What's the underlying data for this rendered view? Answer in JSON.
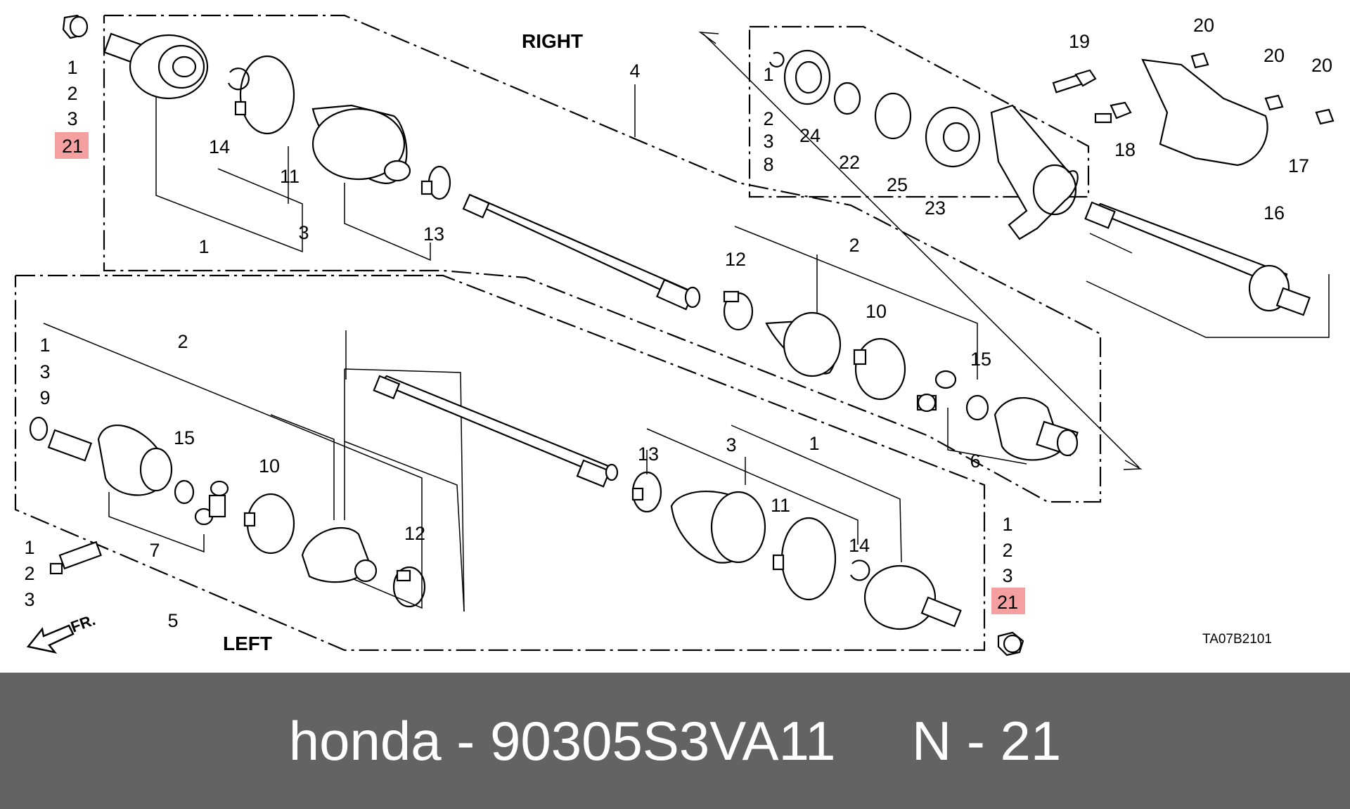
{
  "diagram": {
    "right_label": "RIGHT",
    "left_label": "LEFT",
    "front_label": "FR.",
    "code": "TA07B2101",
    "callouts": [
      {
        "id": "c1",
        "text": "1"
      },
      {
        "id": "c2",
        "text": "2"
      },
      {
        "id": "c3",
        "text": "3"
      },
      {
        "id": "c4",
        "text": "21",
        "highlight": true
      },
      {
        "id": "c5",
        "text": "14"
      },
      {
        "id": "c6",
        "text": "11"
      },
      {
        "id": "c7",
        "text": "1"
      },
      {
        "id": "c8",
        "text": "3"
      },
      {
        "id": "c9",
        "text": "13"
      },
      {
        "id": "c10",
        "text": "4"
      },
      {
        "id": "c11",
        "text": "1"
      },
      {
        "id": "c12",
        "text": "2"
      },
      {
        "id": "c13",
        "text": "3"
      },
      {
        "id": "c14",
        "text": "8"
      },
      {
        "id": "c15",
        "text": "24"
      },
      {
        "id": "c16",
        "text": "22"
      },
      {
        "id": "c17",
        "text": "25"
      },
      {
        "id": "c18",
        "text": "23"
      },
      {
        "id": "c19",
        "text": "19"
      },
      {
        "id": "c20",
        "text": "18"
      },
      {
        "id": "c21",
        "text": "20"
      },
      {
        "id": "c22",
        "text": "20"
      },
      {
        "id": "c23",
        "text": "20"
      },
      {
        "id": "c24",
        "text": "17"
      },
      {
        "id": "c25",
        "text": "16"
      },
      {
        "id": "c26",
        "text": "12"
      },
      {
        "id": "c27",
        "text": "2"
      },
      {
        "id": "c28",
        "text": "10"
      },
      {
        "id": "c29",
        "text": "15"
      },
      {
        "id": "c30",
        "text": "6"
      },
      {
        "id": "c31",
        "text": "1"
      },
      {
        "id": "c32",
        "text": "3"
      },
      {
        "id": "c33",
        "text": "9"
      },
      {
        "id": "c34",
        "text": "2"
      },
      {
        "id": "c35",
        "text": "15"
      },
      {
        "id": "c36",
        "text": "10"
      },
      {
        "id": "c37",
        "text": "7"
      },
      {
        "id": "c38",
        "text": "12"
      },
      {
        "id": "c39",
        "text": "5"
      },
      {
        "id": "c40",
        "text": "1"
      },
      {
        "id": "c41",
        "text": "2"
      },
      {
        "id": "c42",
        "text": "3"
      },
      {
        "id": "c43",
        "text": "13"
      },
      {
        "id": "c44",
        "text": "3"
      },
      {
        "id": "c45",
        "text": "1"
      },
      {
        "id": "c46",
        "text": "11"
      },
      {
        "id": "c47",
        "text": "14"
      },
      {
        "id": "c48",
        "text": "1"
      },
      {
        "id": "c49",
        "text": "2"
      },
      {
        "id": "c50",
        "text": "3"
      },
      {
        "id": "c51",
        "text": "21",
        "highlight": true
      }
    ]
  },
  "footer": {
    "caption": "honda - 90305S3VA11     N - 21",
    "background": "#636363"
  },
  "colors": {
    "highlight": "#f4a0a0",
    "line": "#000000"
  }
}
